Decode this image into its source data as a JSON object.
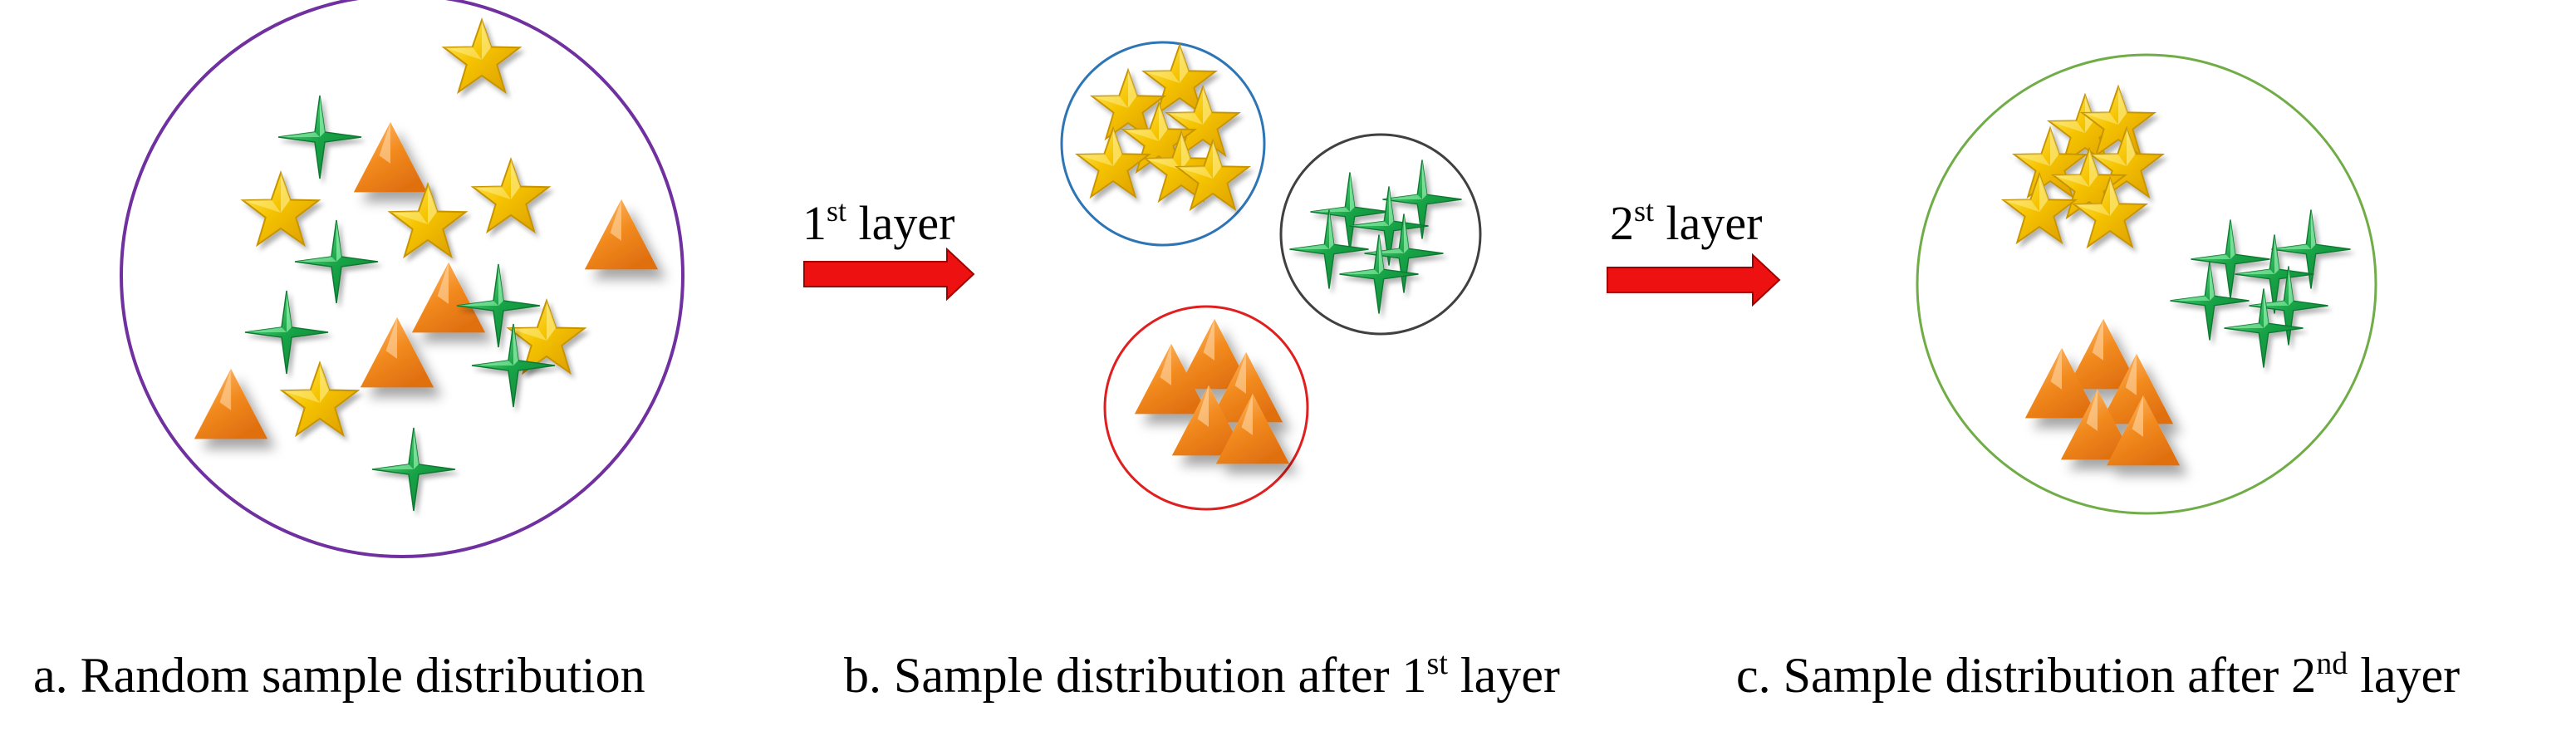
{
  "arrows": [
    {
      "ordinal": "1",
      "suffix": "st",
      "word": "layer",
      "color": "#ee1111"
    },
    {
      "ordinal": "2",
      "suffix": "st",
      "word": "layer",
      "color": "#ee1111"
    }
  ],
  "captions": [
    {
      "text": "a. Random sample distribution",
      "sup": "",
      "after": ""
    },
    {
      "text": "b. Sample distribution after 1",
      "sup": "st",
      "after": " layer"
    },
    {
      "text": "c. Sample distribution after 2",
      "sup": "nd",
      "after": " layer"
    }
  ],
  "colors": {
    "star": "#f6c400",
    "star_edge": "#c79400",
    "sparkle": "#1aa548",
    "sparkle_light": "#6fe08f",
    "triangle": "#f28a1e",
    "triangle_light": "#ffc27a",
    "circle_a": "#7030a0",
    "circle_b_stars": "#2e75b6",
    "circle_b_sparkles": "#404040",
    "circle_b_triangles": "#e02020",
    "circle_c": "#70ad47"
  }
}
